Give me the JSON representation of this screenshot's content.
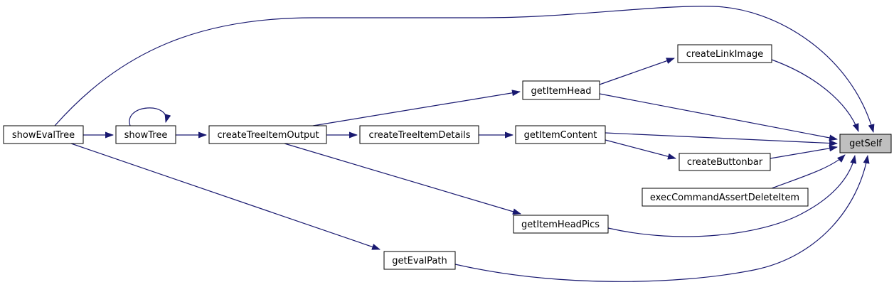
{
  "diagram": {
    "type": "call-graph",
    "background": "#ffffff",
    "colors": {
      "edge": "#191970",
      "node_fill": "#ffffff",
      "node_border": "#000000",
      "highlighted_node_fill": "#bfbfbf",
      "text": "#000000"
    },
    "nodes": [
      {
        "id": "showEvalTree",
        "label": "showEvalTree"
      },
      {
        "id": "showTree",
        "label": "showTree"
      },
      {
        "id": "createTreeItemOutput",
        "label": "createTreeItemOutput"
      },
      {
        "id": "createTreeItemDetails",
        "label": "createTreeItemDetails"
      },
      {
        "id": "getItemHead",
        "label": "getItemHead"
      },
      {
        "id": "getItemContent",
        "label": "getItemContent"
      },
      {
        "id": "createLinkImage",
        "label": "createLinkImage"
      },
      {
        "id": "createButtonbar",
        "label": "createButtonbar"
      },
      {
        "id": "execCommandAssertDeleteItem",
        "label": "execCommandAssertDeleteItem"
      },
      {
        "id": "getItemHeadPics",
        "label": "getItemHeadPics"
      },
      {
        "id": "getEvalPath",
        "label": "getEvalPath"
      },
      {
        "id": "getSelf",
        "label": "getSelf",
        "highlighted": true
      }
    ],
    "edges": [
      {
        "from": "showEvalTree",
        "to": "showTree"
      },
      {
        "from": "showEvalTree",
        "to": "getSelf"
      },
      {
        "from": "showEvalTree",
        "to": "getEvalPath"
      },
      {
        "from": "showTree",
        "to": "showTree"
      },
      {
        "from": "showTree",
        "to": "createTreeItemOutput"
      },
      {
        "from": "createTreeItemOutput",
        "to": "createTreeItemDetails"
      },
      {
        "from": "createTreeItemOutput",
        "to": "getItemHead"
      },
      {
        "from": "createTreeItemOutput",
        "to": "getItemHeadPics"
      },
      {
        "from": "createTreeItemDetails",
        "to": "getItemContent"
      },
      {
        "from": "getItemHead",
        "to": "createLinkImage"
      },
      {
        "from": "getItemHead",
        "to": "getSelf"
      },
      {
        "from": "getItemContent",
        "to": "getSelf"
      },
      {
        "from": "getItemContent",
        "to": "createButtonbar"
      },
      {
        "from": "createLinkImage",
        "to": "getSelf"
      },
      {
        "from": "createButtonbar",
        "to": "getSelf"
      },
      {
        "from": "execCommandAssertDeleteItem",
        "to": "getSelf"
      },
      {
        "from": "getItemHeadPics",
        "to": "getSelf"
      },
      {
        "from": "getEvalPath",
        "to": "getSelf"
      }
    ]
  }
}
